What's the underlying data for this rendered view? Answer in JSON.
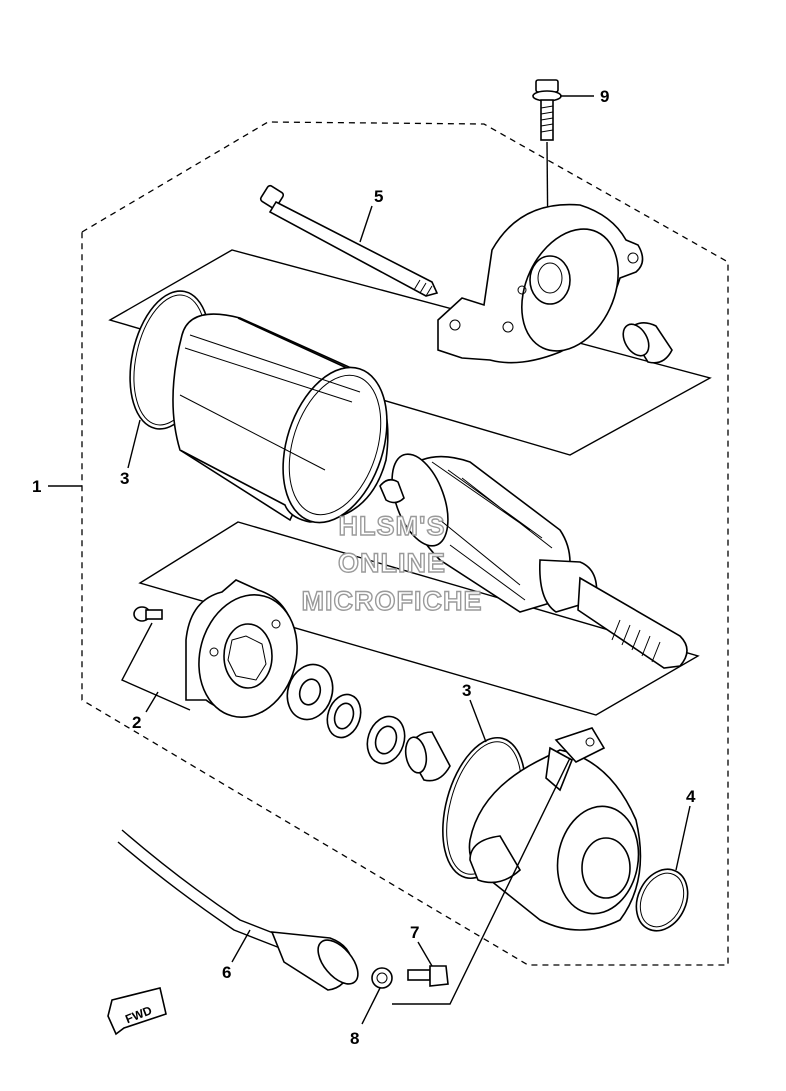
{
  "callouts": {
    "c1": "1",
    "c2": "2",
    "c3a": "3",
    "c3b": "3",
    "c4": "4",
    "c5": "5",
    "c6": "6",
    "c7": "7",
    "c8": "8",
    "c9": "9"
  },
  "watermark": {
    "line1": "HLSM'S",
    "line2": "ONLINE",
    "line3": "MICROFICHE"
  },
  "fwd_label": "FWD"
}
